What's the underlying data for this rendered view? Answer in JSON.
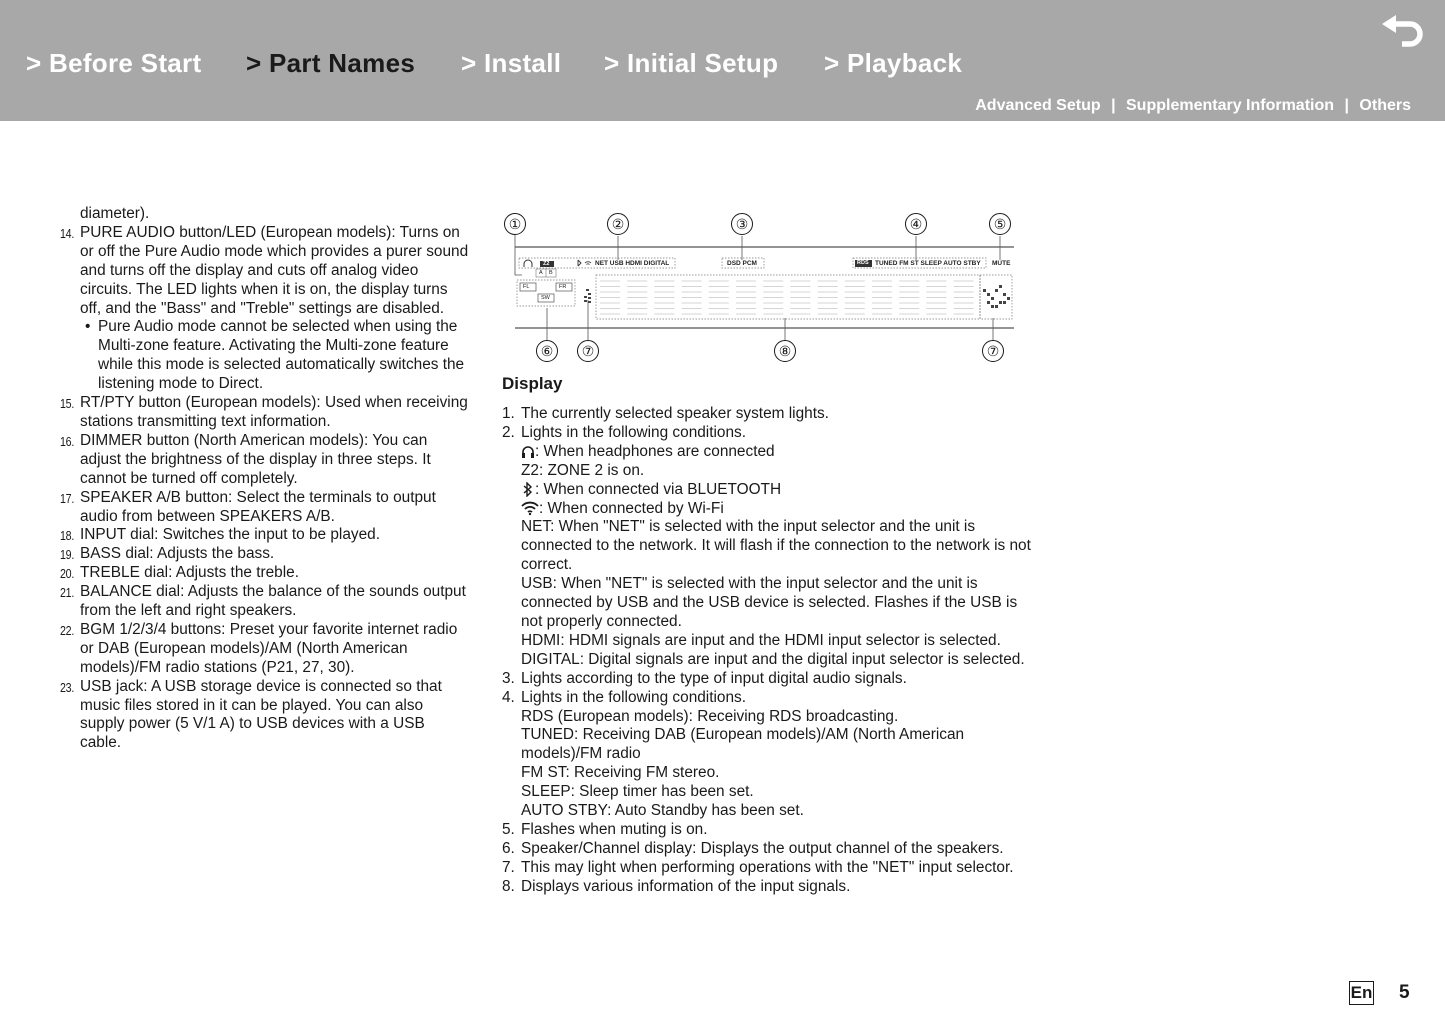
{
  "header": {
    "nav": [
      "> Before Start",
      "> Part Names",
      "> Install",
      "> Initial Setup",
      "> Playback"
    ],
    "subnav": [
      "Advanced Setup",
      "Supplementary Information",
      "Others"
    ],
    "subnav_sep": "|",
    "back_icon": "return-arrow-icon"
  },
  "left_column": {
    "lead_in": "diameter).",
    "items": [
      {
        "num": "14.",
        "text": "PURE AUDIO button/LED (European models): Turns on or off the Pure Audio mode which provides a purer sound and turns off the display and cuts off analog video circuits. The LED lights when it is on, the display turns off, and the \"Bass\" and \"Treble\" settings are disabled."
      },
      {
        "num": "15.",
        "text": "RT/PTY button (European models): Used when receiving stations transmitting text information."
      },
      {
        "num": "16.",
        "text": "DIMMER button (North American models): You can adjust the brightness of the display in three steps. It cannot be turned off completely."
      },
      {
        "num": "17.",
        "text": "SPEAKER A/B button: Select the terminals to output audio from between SPEAKERS A/B."
      },
      {
        "num": "18.",
        "text": "INPUT dial:  Switches the input to be played."
      },
      {
        "num": "19.",
        "text": "BASS dial: Adjusts the bass."
      },
      {
        "num": "20.",
        "text": "TREBLE dial: Adjusts the treble."
      },
      {
        "num": "21.",
        "text": "BALANCE dial: Adjusts the balance of the sounds output from the left and right speakers."
      },
      {
        "num": "22.",
        "text": "BGM 1/2/3/4 buttons: Preset your favorite internet radio or DAB (European models)/AM (North American models)/FM radio stations (P21, 27, 30)."
      },
      {
        "num": "23.",
        "text": "USB jack:  A USB storage device is connected so that music files stored in it can be played. You can also supply power (5 V/1 A) to USB devices with a USB cable."
      }
    ],
    "bullet_14": "Pure Audio mode cannot be selected when using the Multi-zone feature. Activating the Multi-zone feature while this mode is selected automatically switches the listening mode to Direct."
  },
  "diagram": {
    "callouts_top": [
      "①",
      "②",
      "③",
      "④",
      "⑤"
    ],
    "callouts_bottom": [
      "⑥",
      "⑦",
      "⑧",
      "⑦"
    ],
    "z2": "Z2",
    "ab": [
      "A",
      "B"
    ],
    "input_indicators": "NET USB HDMI DIGITAL",
    "dsd_pcm": "DSD PCM",
    "rds": "RDS",
    "status_indicators": "TUNED FM ST SLEEP AUTO STBY",
    "mute": "MUTE",
    "speakers": [
      "FL",
      "FR",
      "SW"
    ]
  },
  "right_column": {
    "title": "Display",
    "items": [
      {
        "num": "1.",
        "lines": [
          "The currently selected speaker system lights."
        ]
      },
      {
        "num": "2.",
        "lines": [
          "Lights in the following conditions."
        ]
      },
      {
        "num": "3.",
        "lines": [
          "Lights according to the type of input digital audio signals."
        ]
      },
      {
        "num": "4.",
        "lines": [
          "Lights in the following conditions.",
          "RDS (European models): Receiving RDS broadcasting.",
          "TUNED: Receiving DAB (European models)/AM (North American models)/FM radio",
          "FM ST: Receiving FM stereo.",
          "SLEEP: Sleep timer has been set.",
          "AUTO STBY: Auto Standby has been set."
        ]
      },
      {
        "num": "5.",
        "lines": [
          "Flashes when muting is on."
        ]
      },
      {
        "num": "6.",
        "lines": [
          "Speaker/Channel display:  Displays the output channel of the speakers."
        ]
      },
      {
        "num": "7.",
        "lines": [
          "This may light when performing operations with the \"NET\" input selector."
        ]
      },
      {
        "num": "8.",
        "lines": [
          "Displays various information of the input signals."
        ]
      }
    ],
    "item2_subs": {
      "headphones": ": When headphones are connected",
      "zone2": "Z2: ZONE 2 is on.",
      "bluetooth": ": When connected via BLUETOOTH",
      "wifi": ": When connected by Wi-Fi",
      "net": "NET: When \"NET\" is selected with the input selector and the unit is connected to the network. It will flash if the connection to the network is not correct.",
      "usb": "USB: When \"NET\" is selected with the input selector and the unit is connected by USB and the USB device is selected. Flashes if the USB is not properly connected.",
      "hdmi": "HDMI: HDMI signals are input and the HDMI input selector is selected.",
      "digital": "DIGITAL: Digital signals are input and the digital input selector is selected."
    }
  },
  "footer": {
    "lang": "En",
    "page": "5"
  }
}
